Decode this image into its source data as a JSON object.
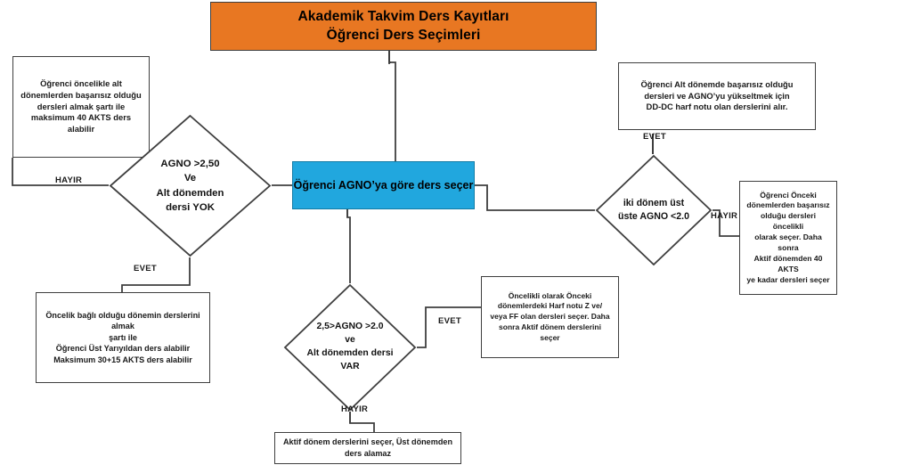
{
  "diagram": {
    "title_node": {
      "label": "Akademik Takvim Ders Kayıtları\nÖğrenci Ders Seçimleri"
    },
    "process_node": {
      "label": "Öğrenci AGNO’ya göre ders seçer"
    },
    "decisions": {
      "left": {
        "label": "AGNO >2,50\nVe\nAlt dönemden\ndersi YOK"
      },
      "right": {
        "label": "iki dönem üst\nüste AGNO <2.0"
      },
      "bottom": {
        "label": "2,5>AGNO >2.0\nve\nAlt dönemden dersi\nVAR"
      }
    },
    "notes": {
      "top_left": {
        "label": "Öğrenci öncelikle alt\ndönemlerden başarısız olduğu\ndersleri almak şartı ile\nmaksimum 40 AKTS ders alabilir"
      },
      "top_right": {
        "label": "Öğrenci Alt dönemde başarısız olduğu\ndersleri ve AGNO’yu yükseltmek için\nDD-DC harf notu olan derslerini alır."
      },
      "far_right": {
        "label": "Öğrenci Önceki\ndönemlerden başarısız\nolduğu dersleri öncelikli\nolarak seçer. Daha sonra\nAktif dönemden 40 AKTS\nye kadar dersleri seçer"
      },
      "bottom_left": {
        "label": "Öncelik bağlı olduğu dönemin derslerini almak\nşartı ile\nÖğrenci Üst Yarıyıldan ders alabilir\nMaksimum 30+15 AKTS ders alabilir"
      },
      "middle_right": {
        "label": "Öncelikli olarak Önceki\ndönemlerdeki Harf notu Z ve/\nveya FF olan dersleri seçer. Daha\nsonra Aktif dönem derslerini\nseçer"
      },
      "bottom_center": {
        "label": "Aktif dönem derslerini seçer, Üst dönemden\nders alamaz"
      }
    },
    "edge_labels": {
      "left_hayir": "HAYIR",
      "left_evet": "EVET",
      "right_evet": "EVET",
      "right_hayir": "HAYIR",
      "bottom_evet": "EVET",
      "bottom_hayir": "HAYIR"
    },
    "colors": {
      "title_fill": "#e87722",
      "process_fill": "#21a7de",
      "stroke": "#3f3f3f",
      "text": "#1a1a1a"
    }
  }
}
